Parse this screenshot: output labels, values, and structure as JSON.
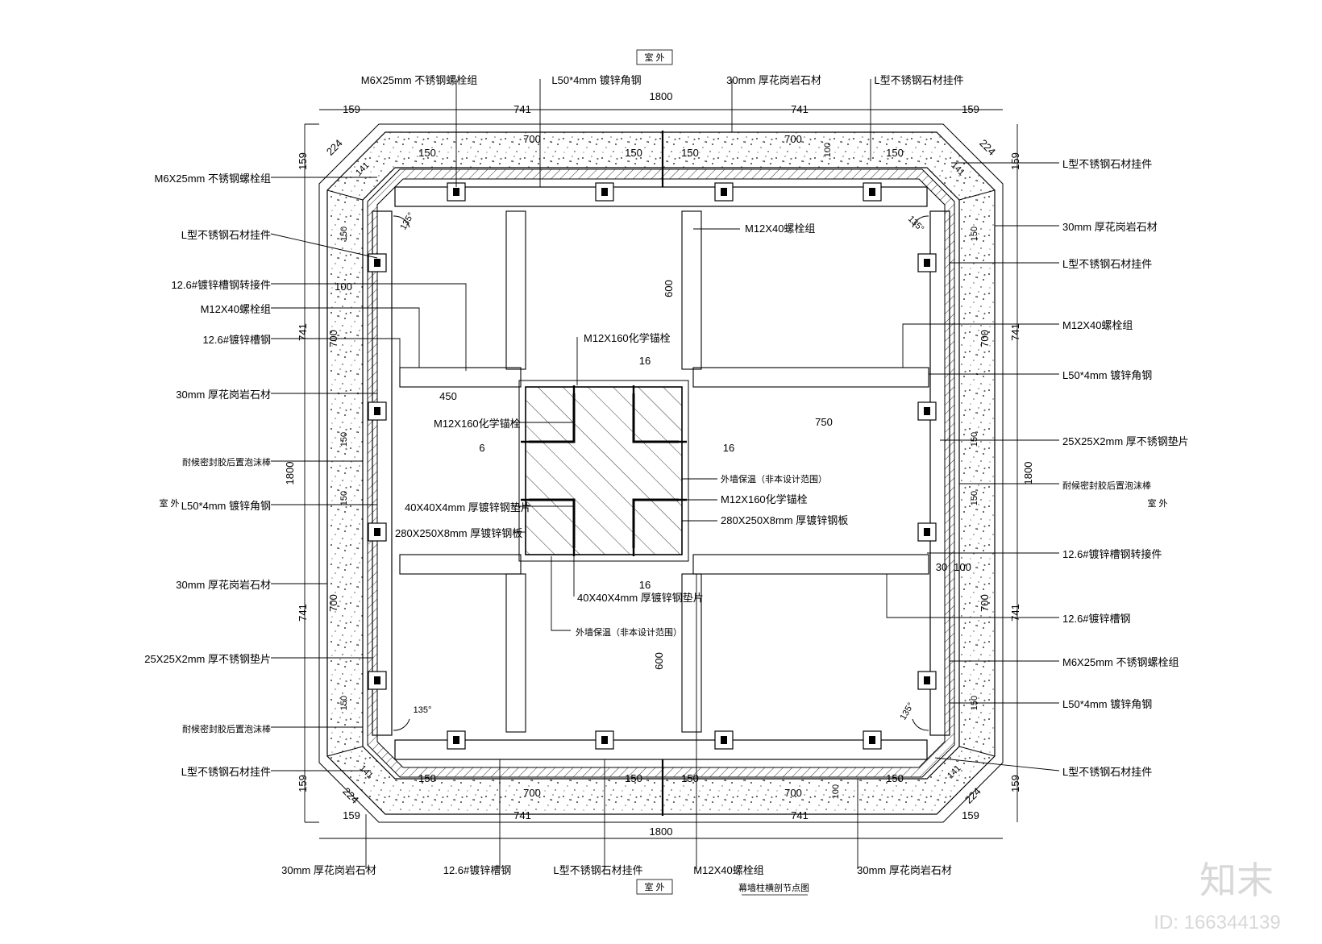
{
  "sides": {
    "top": "室 外",
    "bottom": "室 外",
    "left": "室 外",
    "right": "室 外"
  },
  "caption": "幕墙柱横剖节点图",
  "watermark": {
    "brand": "知末",
    "id": "ID: 166344139"
  },
  "dimensions": {
    "overall": "1800",
    "corner_159": "159",
    "segment_741": "741",
    "inner_700": "700",
    "chamfer_224": "224",
    "corner_141": "141",
    "angle_135": "135°",
    "gap_150": "150",
    "offset_100": "100",
    "web_600": "600",
    "arm_450": "450",
    "arm_750": "750",
    "small_30": "30",
    "weld_16": "16",
    "weld_6": "6"
  },
  "labels": {
    "t1": "M6X25mm 不锈钢螺栓组",
    "t2": "L50*4mm 镀锌角钢",
    "t3": "30mm 厚花岗岩石材",
    "t4": "L型不锈钢石材挂件",
    "l1": "M6X25mm 不锈钢螺栓组",
    "l2": "L型不锈钢石材挂件",
    "l3": "12.6#镀锌槽钢转接件",
    "l4": "M12X40螺栓组",
    "l5": "12.6#镀锌槽钢",
    "l6": "30mm 厚花岗岩石材",
    "l7": "耐候密封胶后置泡沫棒",
    "l8": "L50*4mm 镀锌角钢",
    "l9": "30mm 厚花岗岩石材",
    "l10": "25X25X2mm 厚不锈钢垫片",
    "l11": "耐候密封胶后置泡沫棒",
    "l12": "L型不锈钢石材挂件",
    "r1": "L型不锈钢石材挂件",
    "r2": "30mm 厚花岗岩石材",
    "r3": "L型不锈钢石材挂件",
    "r4": "M12X40螺栓组",
    "r5": "L50*4mm 镀锌角钢",
    "r6": "25X25X2mm 厚不锈钢垫片",
    "r7": "耐候密封胶后置泡沫棒",
    "r8": "12.6#镀锌槽钢转接件",
    "r9": "12.6#镀锌槽钢",
    "r10": "M6X25mm 不锈钢螺栓组",
    "r11": "L50*4mm 镀锌角钢",
    "r12": "L型不锈钢石材挂件",
    "b1": "30mm 厚花岗岩石材",
    "b2": "12.6#镀锌槽钢",
    "b3": "L型不锈钢石材挂件",
    "b4": "M12X40螺栓组",
    "b5": "30mm 厚花岗岩石材",
    "c1": "M12X40螺栓组",
    "c2": "M12X160化学锚栓",
    "c3": "M12X160化学锚栓",
    "c4": "外墙保温（非本设计范围）",
    "c5": "M12X160化学锚栓",
    "c6": "40X40X4mm 厚镀锌钢垫片",
    "c7": "280X250X8mm 厚镀锌钢板",
    "c8": "280X250X8mm 厚镀锌钢板",
    "c9": "40X40X4mm 厚镀锌钢垫片",
    "c10": "外墙保温（非本设计范围）"
  }
}
